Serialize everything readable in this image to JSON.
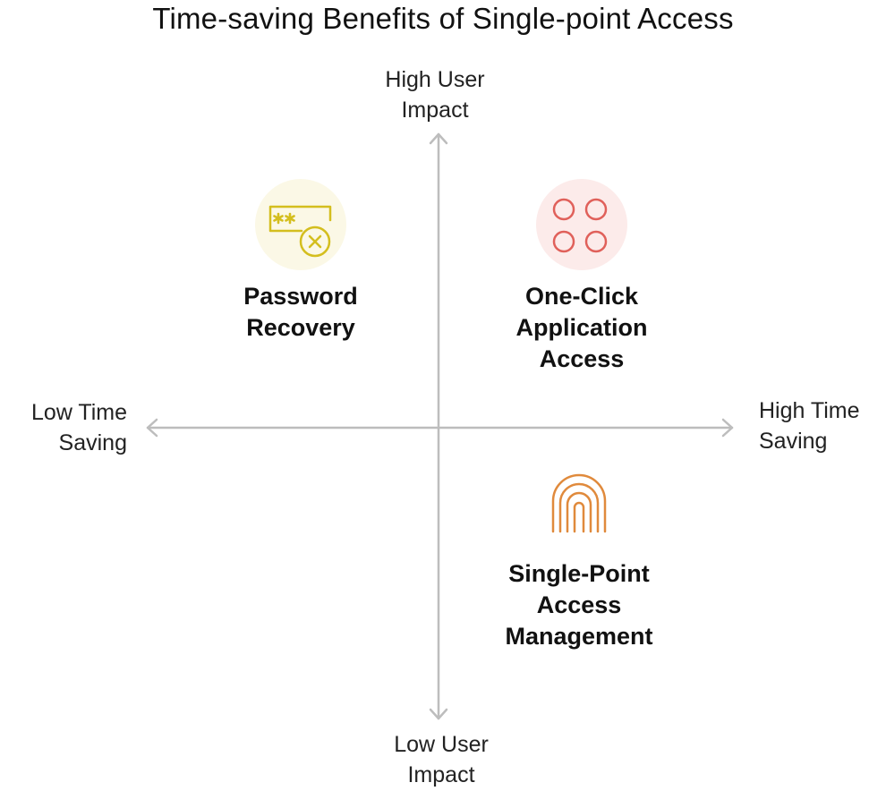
{
  "title": "Time-saving Benefits of Single-point Access",
  "axes": {
    "top": "High User\nImpact",
    "bottom": "Low User\nImpact",
    "left": "Low Time\nSaving",
    "right": "High Time\nSaving"
  },
  "items": [
    {
      "label": "Password\nRecovery",
      "icon": "password-error-icon",
      "color": "#D4BE1E",
      "bg": "#FBF8E6",
      "quadrant": "top-left"
    },
    {
      "label": "One-Click\nApplication\nAccess",
      "icon": "app-grid-icon",
      "color": "#E0605A",
      "bg": "#FCEBEA",
      "quadrant": "top-right"
    },
    {
      "label": "Single-Point\nAccess\nManagement",
      "icon": "fingerprint-icon",
      "color": "#E08A3C",
      "bg": "#FFFFFF",
      "quadrant": "bottom-right"
    }
  ],
  "axis_color": "#BDBDBD"
}
